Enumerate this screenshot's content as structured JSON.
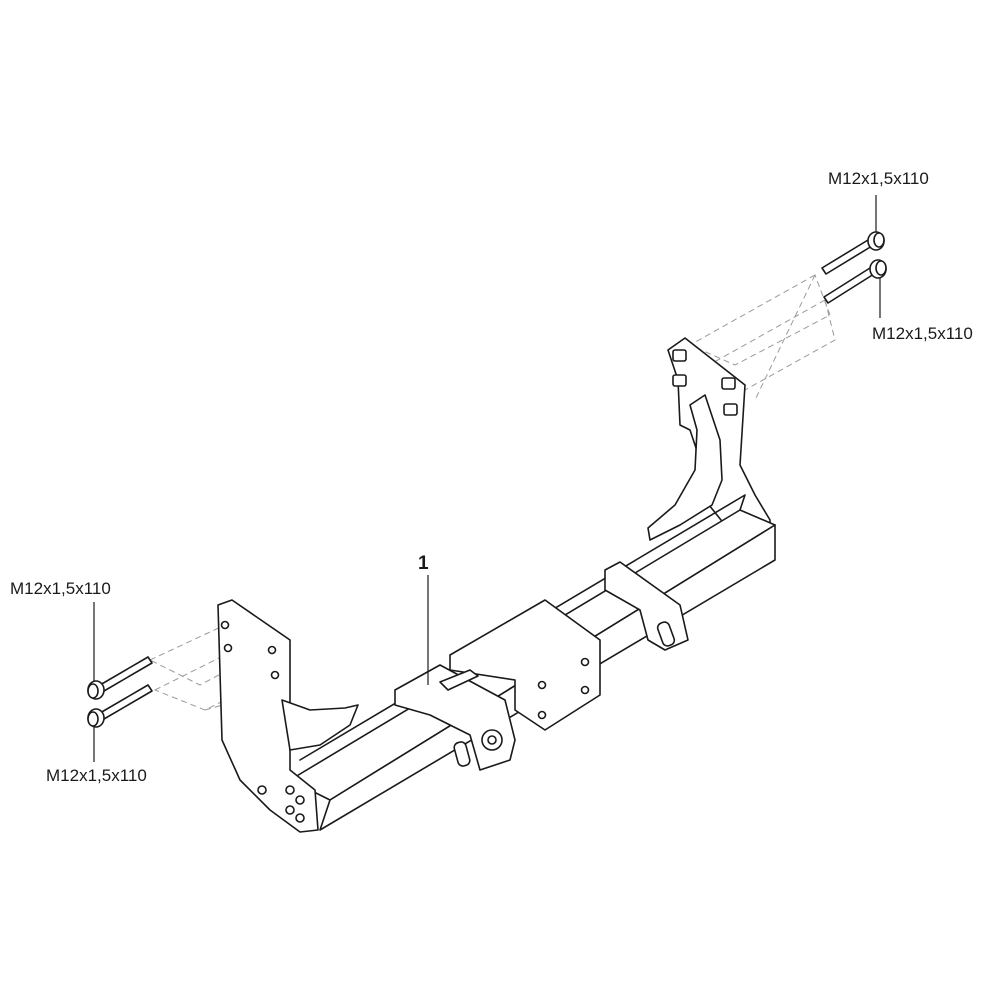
{
  "callouts": {
    "part_number": "1",
    "bolt_top_upper": "M12x1,5x110",
    "bolt_top_lower": "M12x1,5x110",
    "bolt_left_upper": "M12x1,5x110",
    "bolt_left_lower": "M12x1,5x110"
  },
  "colors": {
    "line": "#1a1a1a",
    "dashed_guide": "#9a9a9a",
    "background": "#ffffff"
  }
}
